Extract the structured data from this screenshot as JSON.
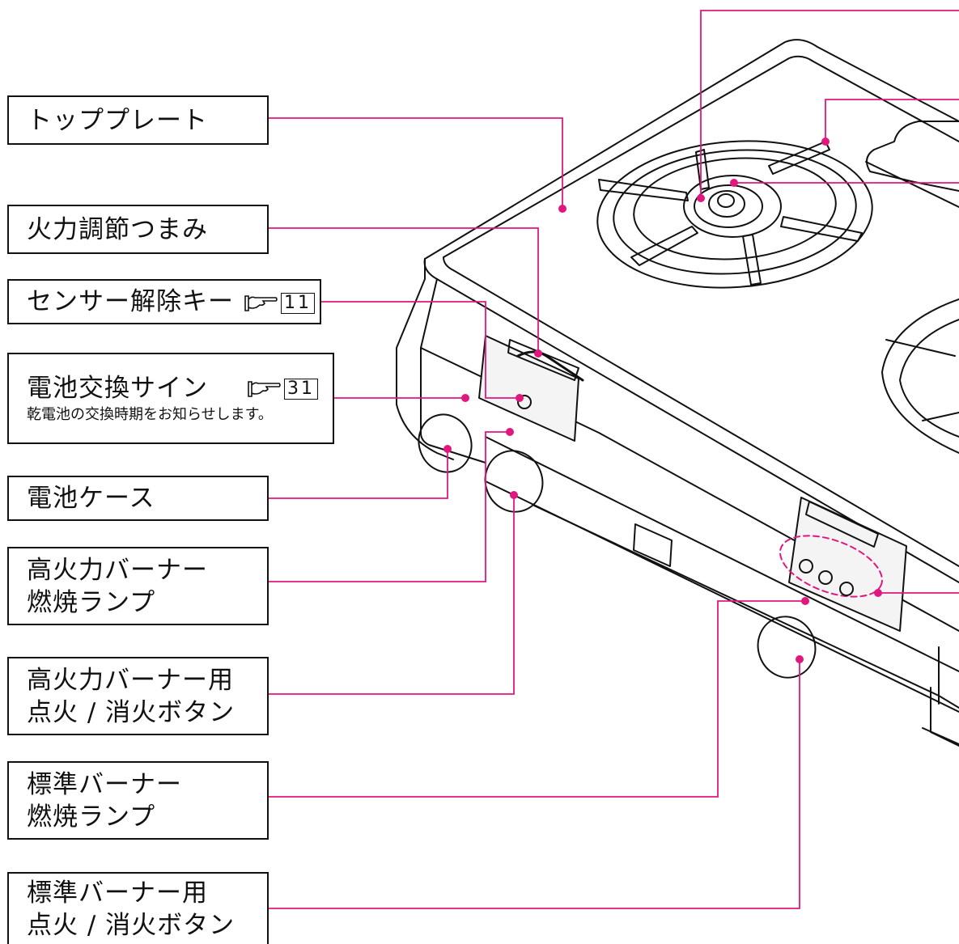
{
  "labels": {
    "top_plate": "トッププレート",
    "heat_knob": "火力調節つまみ",
    "sensor_release": "センサー解除キー",
    "sensor_release_ref": "11",
    "battery_sign": "電池交換サイン",
    "battery_sign_ref": "31",
    "battery_sign_desc": "乾電池の交換時期をお知らせします。",
    "battery_case": "電池ケース",
    "high_burner_lamp_1": "高火力バーナー",
    "high_burner_lamp_2": "燃焼ランプ",
    "high_burner_button_1": "高火力バーナー用",
    "high_burner_button_2": "点火 / 消火ボタン",
    "std_burner_lamp_1": "標準バーナー",
    "std_burner_lamp_2": "燃焼ランプ",
    "std_burner_button_1": "標準バーナー用",
    "std_burner_button_2": "点火 / 消火ボタン"
  },
  "colors": {
    "leader": "#e0177f",
    "line_art": "#111111",
    "panel": "#e6e6e6"
  },
  "icons": {
    "reference": "pointing-hand-book-icon"
  }
}
